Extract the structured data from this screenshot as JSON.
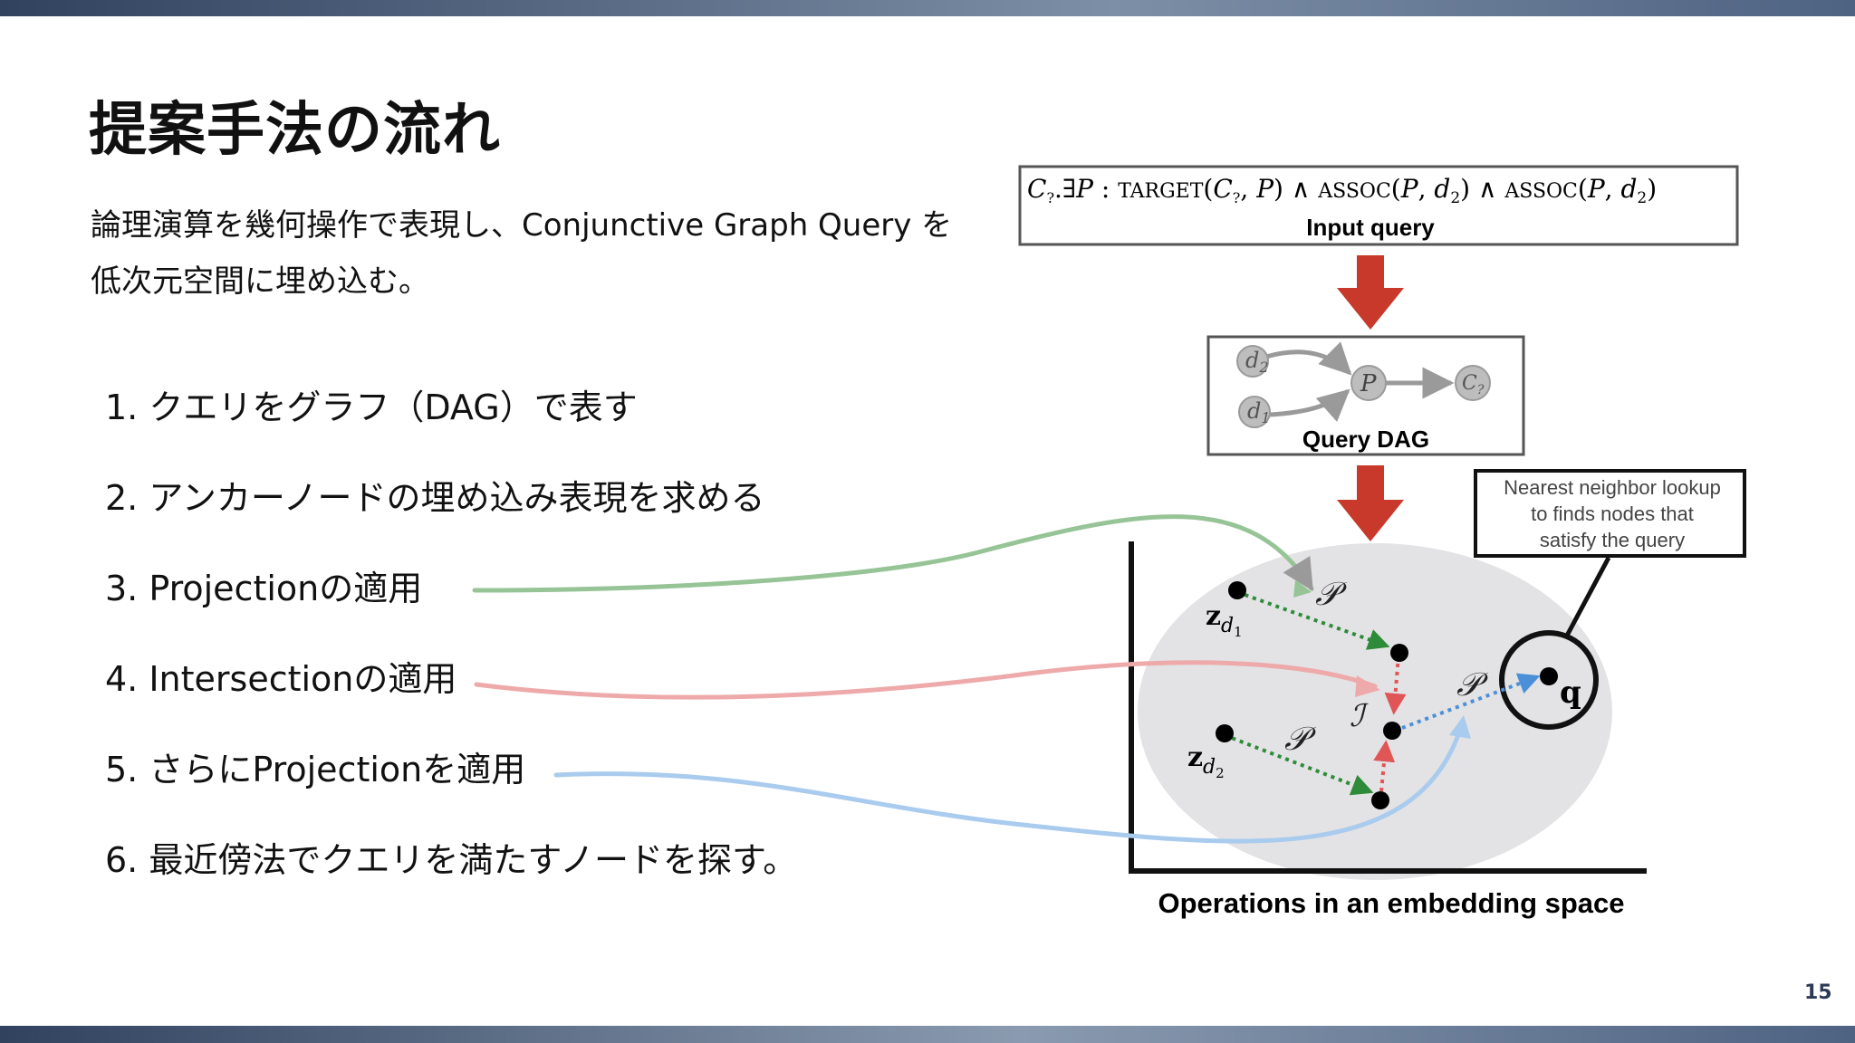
{
  "slide": {
    "title": "提案手法の流れ",
    "intro_line1": "論理演算を幾何操作で表現し、Conjunctive Graph Query を",
    "intro_line2": "低次元空間に埋め込む。",
    "page_number": "15"
  },
  "steps": [
    "1. クエリをグラフ（DAG）で表す",
    "2. アンカーノードの埋め込み表現を求める",
    "3. Projectionの適用",
    "4. Intersectionの適用",
    "5. さらにProjectionを適用",
    "6. 最近傍法でクエリを満たすノードを探す。"
  ],
  "figure": {
    "formula_parts": {
      "c": "C",
      "q": "?",
      "dot_exists": ".∃",
      "p": "P",
      "colon": " : ",
      "target": "TARGET",
      "and": " ∧ ",
      "assoc": "ASSOC",
      "d": "d",
      "two": "2"
    },
    "input_query_label": "Input query",
    "dag_nodes": {
      "d2_letter": "d",
      "d2_sub": "2",
      "d1_letter": "d",
      "d1_sub": "1",
      "p": "P",
      "c_letter": "C",
      "c_sub": "?"
    },
    "query_dag_label": "Query DAG",
    "lookup_box": [
      "Nearest neighbor lookup",
      "to finds nodes that",
      "satisfy the query"
    ],
    "embedding": {
      "z_letter": "z",
      "d_letter": "d",
      "sub1": "1",
      "sub2": "2",
      "projection_symbol": "𝒫",
      "intersection_symbol": "ℐ",
      "q_label": "q"
    },
    "embedding_label": "Operations in an embedding space"
  },
  "colors": {
    "arrow_red": "#c8392b",
    "green_curve": "#97c496",
    "red_curve": "#eeaaaa",
    "blue_curve": "#a9cbee",
    "ellipse_fill": "#e3e3e5",
    "green_dots": "#2e8b3a",
    "red_dots": "#e05555",
    "blue_dots": "#4a90d9"
  }
}
